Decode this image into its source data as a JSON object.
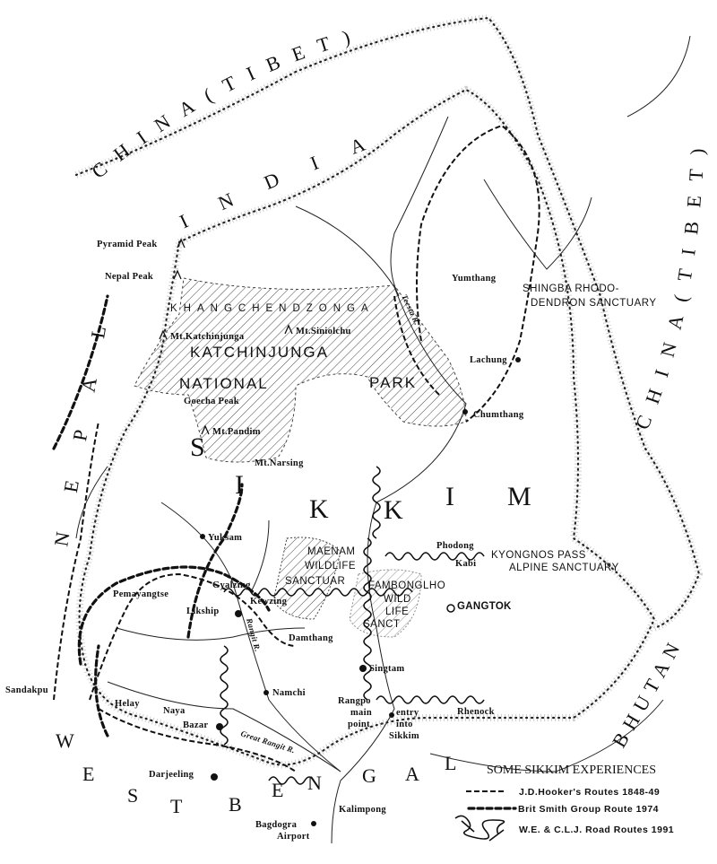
{
  "map": {
    "regions": {
      "china_tibet_north": "CHINA(TIBET)",
      "india": "INDIA",
      "china_tibet_east": "CHINA(TIBET)",
      "nepal": "NEPAL",
      "sikkim": "SIKKIM",
      "west_bengal": "WEST BENGAL",
      "bhutan": "BHUTAN"
    },
    "protected_areas": {
      "khangchendzonga": "KHANGCHENDZONGA",
      "katchinjunga": "KATCHINJUNGA",
      "national": "NATIONAL",
      "park": "PARK",
      "shingba": [
        "SHINGBA RHODO-",
        "DENDRON SANCTUARY"
      ],
      "kyongnos": [
        "KYONGNOS PASS",
        "ALPINE SANCTUARY"
      ],
      "maenam": [
        "MAENAM",
        "WILDLIFE",
        "SANCTUAR"
      ],
      "fambonglho": [
        "FAMBONGLHO",
        "WILD",
        "LIFE",
        "SANCT"
      ]
    },
    "peaks": [
      "Pyramid Peak",
      "Nepal Peak",
      "Mt.Katchinjunga",
      "Mt.Siniolchu",
      "Goecha Peak",
      "Mt.Pandim",
      "Mt.Narsing"
    ],
    "places": [
      "Yumthang",
      "Lachung",
      "Chumthang",
      "Yuksam",
      "Phodong",
      "Kabi",
      "GANGTOK",
      "Gyalzing",
      "Pemayangtse",
      "Likship",
      "Kewzing",
      "Damthang",
      "Singtam",
      "Sandakpu",
      "Helay",
      "Naya",
      "Bazar",
      "Namchi",
      "Rangpo",
      "Rhenock",
      "Darjeeling",
      "Bagdogra",
      "Airport",
      "Kalimpong"
    ],
    "rangpo_note": [
      "main",
      "point",
      "entry",
      "into",
      "Sikkim"
    ],
    "rivers": [
      "Teesta R.",
      "Rangit R.",
      "Great Rangit R."
    ]
  },
  "legend": {
    "title": "SOME SIKKIM EXPERIENCES",
    "items": [
      {
        "label": "J.D.Hooker's Routes 1848-49",
        "style": "open-dash"
      },
      {
        "label": "Brit Smith Group Route 1974",
        "style": "solid-dash"
      },
      {
        "label": "W.E. & C.L.J. Road Routes 1991",
        "style": "wiggle-arrows"
      }
    ]
  },
  "colors": {
    "ink": "#111111",
    "paper": "#ffffff",
    "stipple": "#bbbbbb"
  }
}
